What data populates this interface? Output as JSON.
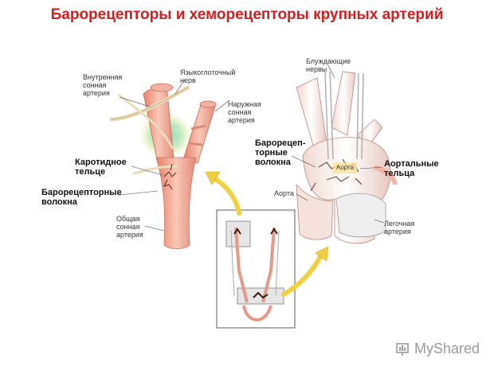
{
  "title": "Барорецепторы  и хеморецепторы крупных артерий",
  "labels": {
    "internal_carotid": "Внутренняя\nсонная\nартерия",
    "glossopharyngeal": "Языкоглоточный\nнерв",
    "external_carotid": "Наружная\nсонная\nартерия",
    "carotid_body": "Каротидное\nтельце",
    "baroreceptor_fibers_left": "Барорецепторные\nволокна",
    "common_carotid": "Общая\nсонная\nартерия",
    "vagus_nerves": "Блуждающие\nнервы",
    "baroreceptor_fibers_right": "Барорецеп-\nторные\nволокна",
    "aortic_bodies": "Аортальные\nтельца",
    "aorta_outer": "Аорта",
    "aorta_inner": "Аорта",
    "pulmonary_artery": "Легочная\nартерия"
  },
  "watermark": "MyShared",
  "colors": {
    "title": "#d21f1f",
    "artery": "#f0a493",
    "nerve": "#e9dcb8",
    "arrow": "#f0d040"
  }
}
